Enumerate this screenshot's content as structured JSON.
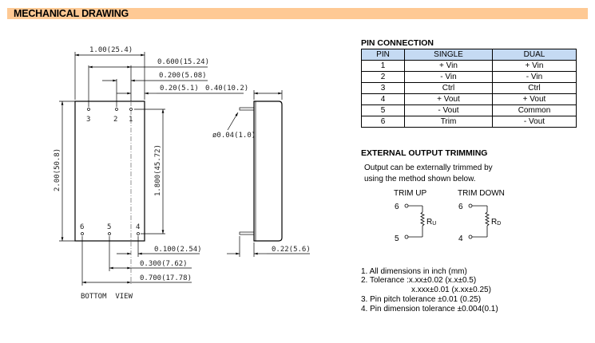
{
  "header": {
    "title": "MECHANICAL DRAWING"
  },
  "drawing": {
    "dims": {
      "width": "1.00(25.4)",
      "pitch_0600": "0.600(15.24)",
      "pitch_0200": "0.200(5.08)",
      "edge_020": "0.20(5.1)",
      "height_side": "0.40(10.2)",
      "pin_dia": "ø0.04(1.0)",
      "length": "2.00(50.8)",
      "pin_span": "1.800(45.72)",
      "d_0100": "0.100(2.54)",
      "d_0300": "0.300(7.62)",
      "d_0700": "0.700(17.78)",
      "pin_len": "0.22(5.6)"
    },
    "pin_labels": [
      "1",
      "2",
      "3",
      "4",
      "5",
      "6"
    ],
    "view_label": "BOTTOM  VIEW"
  },
  "pin_connection": {
    "title": "PIN CONNECTION",
    "headers": [
      "PIN",
      "SINGLE",
      "DUAL"
    ],
    "rows": [
      [
        "1",
        "+ Vin",
        "+ Vin"
      ],
      [
        "2",
        "- Vin",
        "- Vin"
      ],
      [
        "3",
        "Ctrl",
        "Ctrl"
      ],
      [
        "4",
        "+ Vout",
        "+ Vout"
      ],
      [
        "5",
        "- Vout",
        "Common"
      ],
      [
        "6",
        "Trim",
        "- Vout"
      ]
    ],
    "header_color": "#c5daf3"
  },
  "trimming": {
    "title": "EXTERNAL OUTPUT TRIMMING",
    "desc_line1": "Output can be externally trimmed by",
    "desc_line2": "using the method shown below.",
    "trim_up": {
      "label": "TRIM UP",
      "top_pin": "6",
      "bottom_pin": "5",
      "resistor": "R",
      "resistor_sub": "U"
    },
    "trim_down": {
      "label": "TRIM DOWN",
      "top_pin": "6",
      "bottom_pin": "4",
      "resistor": "R",
      "resistor_sub": "D"
    }
  },
  "notes": [
    "1. All dimensions in inch (mm)",
    "2. Tolerance :x.xx±0.02 (x.x±0.5)",
    "x.xxx±0.01 (x.xx±0.25)",
    "3. Pin pitch tolerance ±0.01 (0.25)",
    "4. Pin dimension tolerance ±0.004(0.1)"
  ],
  "colors": {
    "header_bg": "#fec994"
  }
}
